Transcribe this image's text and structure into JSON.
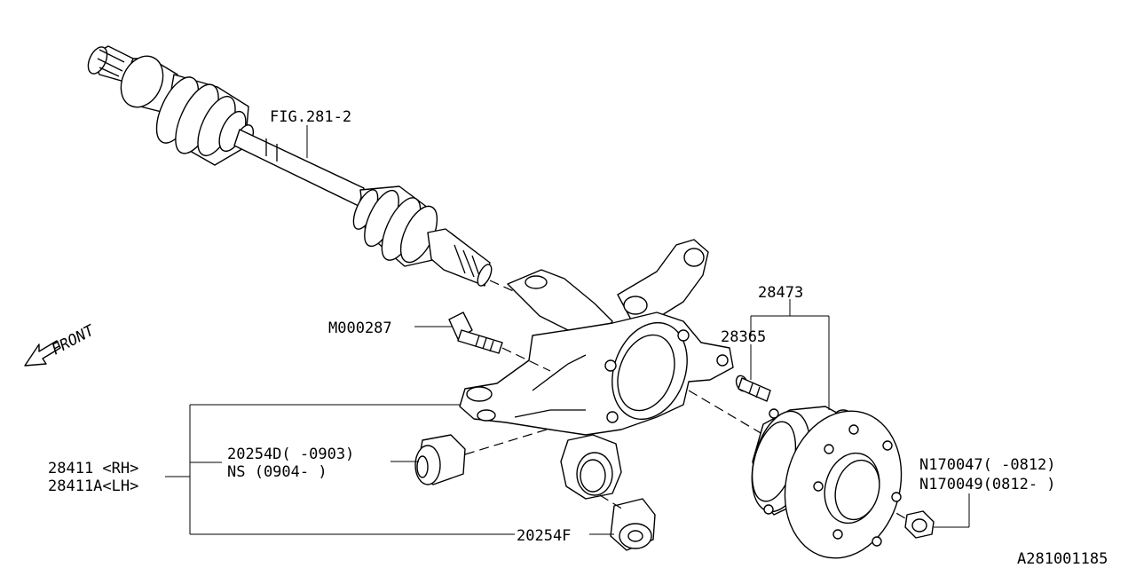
{
  "diagram": {
    "labels": {
      "fig_ref": "FIG.281-2",
      "bolt": "M000287",
      "front": "FRONT",
      "hub_assy": "28473",
      "hub_bolt": "28365",
      "housing_rh": "28411 <RH>",
      "housing_lh": "28411A<LH>",
      "bushing_d_1": "20254D( -0903)",
      "bushing_d_2": "NS (0904- )",
      "bushing_f": "20254F",
      "nut_1": "N170047( -0812)",
      "nut_2": "N170049(0812- )",
      "drawing_no": "A281001185"
    }
  }
}
